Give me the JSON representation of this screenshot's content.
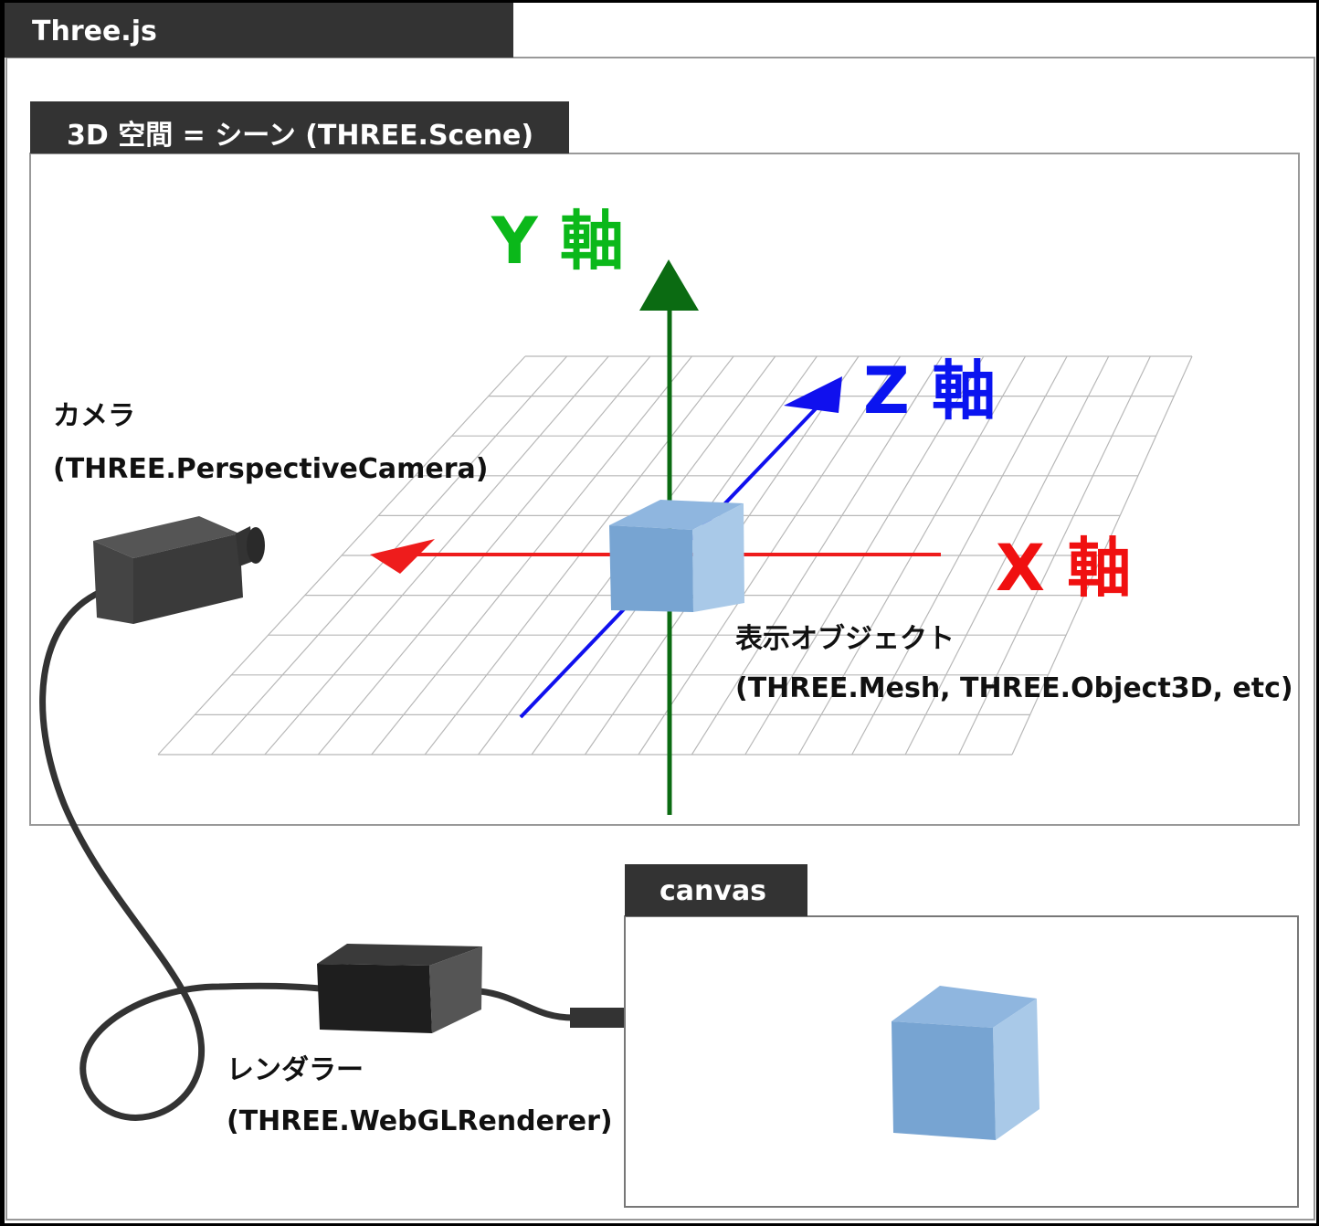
{
  "outer_tab": "Three.js",
  "scene_tab": "3D 空間 = シーン (THREE.Scene)",
  "axes": {
    "y": {
      "label": "Y 軸",
      "color": "#0bb81a"
    },
    "z": {
      "label": "Z 軸",
      "color": "#0a14f0"
    },
    "x": {
      "label": "X 軸",
      "color": "#f01010"
    }
  },
  "camera": {
    "name": "カメラ",
    "class": "(THREE.PerspectiveCamera)"
  },
  "object": {
    "name": "表示オブジェクト",
    "class": "(THREE.Mesh, THREE.Object3D, etc)"
  },
  "canvas_tab": "canvas",
  "renderer": {
    "name": "レンダラー",
    "class": "(THREE.WebGLRenderer)"
  },
  "colors": {
    "cube_front": "#77a4d2",
    "cube_side": "#a9c9e8",
    "cube_top": "#8fb6df",
    "y_axis_line": "#0b6b12",
    "tab_bg": "#333333"
  }
}
